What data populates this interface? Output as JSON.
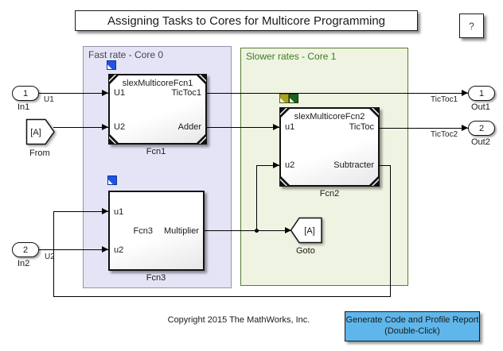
{
  "title": "Assigning Tasks to Cores for Multicore Programming",
  "help_button": "?",
  "areas": {
    "core0": {
      "label": "Fast rate - Core 0"
    },
    "core1": {
      "label": "Slower rates - Core 1"
    }
  },
  "blocks": {
    "fcn1": {
      "title": "slexMulticoreFcn1",
      "name": "Fcn1",
      "in1": "U1",
      "in2": "U2",
      "out1": "TicToc1",
      "out2": "Adder"
    },
    "fcn2": {
      "title": "slexMulticoreFcn2",
      "name": "Fcn2",
      "in1": "u1",
      "in2": "u2",
      "out1": "TicToc",
      "out2": "Subtracter"
    },
    "fcn3": {
      "name": "Fcn3",
      "in1": "u1",
      "in2": "u2",
      "center_label": "Fcn3",
      "out1": "Multiplier"
    }
  },
  "ports": {
    "in1": {
      "num": "1",
      "label": "In1"
    },
    "in2": {
      "num": "2",
      "label": "In2"
    },
    "out1": {
      "num": "1",
      "label": "Out1"
    },
    "out2": {
      "num": "2",
      "label": "Out2"
    }
  },
  "tags": {
    "from": {
      "text": "[A]",
      "label": "From"
    },
    "goto": {
      "text": "[A]",
      "label": "Goto"
    }
  },
  "signal_labels": {
    "u1": "U1",
    "u2": "U2",
    "tictoc1": "TicToc1",
    "tictoc2": "TicToc2"
  },
  "footer": {
    "copyright": "Copyright 2015 The MathWorks, Inc."
  },
  "action_button": {
    "line1": "Generate Code and Profile Report",
    "line2": "(Double-Click)"
  },
  "colors": {
    "core0_bg": "#e4e4f6",
    "core1_bg": "#eff4e2",
    "button_bg": "#5fb6ea",
    "badge_blue": "#1f55e0",
    "badge_olive": "#a9a31f",
    "badge_green": "#1c611c"
  }
}
